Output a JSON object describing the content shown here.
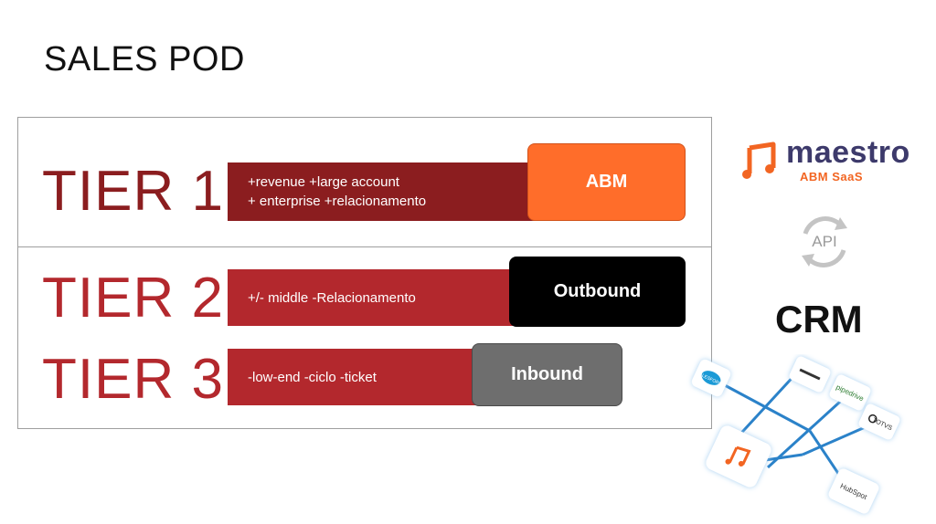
{
  "slide": {
    "title": "SALES POD"
  },
  "tiers": [
    {
      "label": "TIER 1",
      "bar_lines": [
        "+revenue +large account",
        "+ enterprise +relacionamento"
      ],
      "badge": "ABM"
    },
    {
      "label": "TIER 2",
      "bar_lines": [
        "+/- middle -Relacionamento"
      ],
      "badge": "Outbound"
    },
    {
      "label": "TIER 3",
      "bar_lines": [
        "-low-end -ciclo -ticket"
      ],
      "badge": "Inbound"
    }
  ],
  "colors": {
    "tier1_bar": "#8b1d1f",
    "tier_bar": "#b3282d",
    "abm_badge": "#ff6d2a",
    "outbound_badge": "#000000",
    "inbound_badge": "#6e6e6e",
    "brand_orange": "#f26522",
    "brand_navy": "#3d3a6b",
    "network_line": "#2b82c9"
  },
  "brand": {
    "name": "maestro",
    "tagline": "ABM SaaS",
    "icon": "music-note-icon"
  },
  "api": {
    "label": "API",
    "icon": "sync-arrows-icon"
  },
  "crm": {
    "label": "CRM"
  },
  "integrations": {
    "tiles": [
      "salesforce-logo",
      "sales-logo",
      "pipedrive-logo",
      "totvs-logo",
      "maestro-logo",
      "hubspot-logo"
    ],
    "labels": [
      "SALESFORCE",
      "pipedrive",
      "TOTVS",
      "HubSpot"
    ]
  }
}
